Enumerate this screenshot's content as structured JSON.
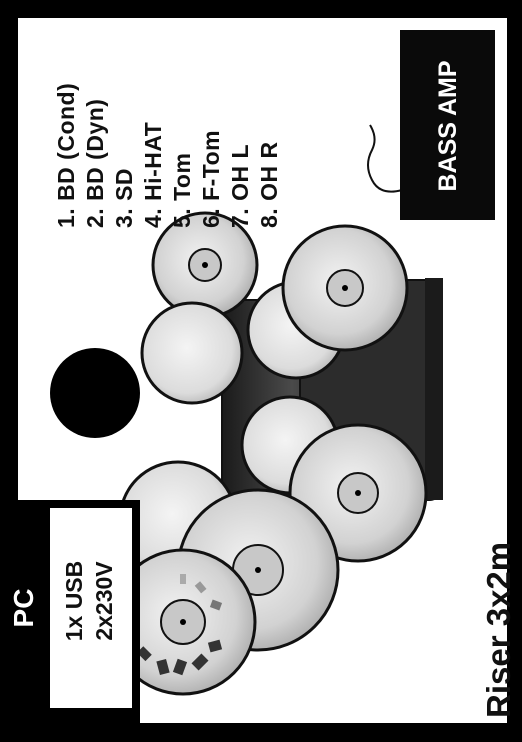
{
  "diagram": {
    "riser_label": "Riser 3x2m",
    "channel_list": [
      "1. BD (Cond)",
      "2. BD (Dyn)",
      "3. SD",
      "4. Hi-HAT",
      "5. Tom",
      "6. F-Tom",
      "7. OH L",
      "8. OH R"
    ],
    "bass_amp": {
      "label": "BASS AMP"
    },
    "pc": {
      "label": "PC",
      "usb": "1x USB",
      "power": "2x230V"
    }
  },
  "colors": {
    "background": "#000000",
    "riser": "#ffffff",
    "drum_light": "#e6e6e6",
    "drum_mid": "#c9c9c9",
    "drum_dark": "#3a3a3a",
    "outline": "#111111"
  }
}
